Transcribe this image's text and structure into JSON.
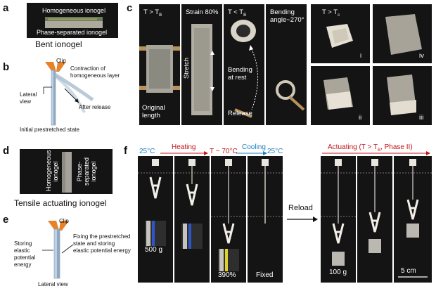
{
  "panels": {
    "a": {
      "letter": "a",
      "top_label": "Homogeneous ionogel",
      "bottom_label": "Phase-separated ionogel",
      "caption": "Bent ionogel"
    },
    "b": {
      "letter": "b",
      "clip": "Clip",
      "contraction": "Contraction of homogeneous layer",
      "lateral": "Lateral view",
      "after_release": "After release",
      "initial": "Initial prestretched state"
    },
    "c": {
      "letter": "c",
      "cond1": "T > T",
      "cond1_sub": "B",
      "strain": "Strain 80%",
      "cond2": "T < T",
      "cond2_sub": "B",
      "bending_angle": "Bending angle~270°",
      "original": "Original length",
      "stretch": "Stretch",
      "bending_rest": "Bending at rest",
      "release": "Release",
      "cond3": "T > T",
      "cond3_sub": "c",
      "i": "i",
      "ii": "ii",
      "iii": "iii",
      "iv": "iv"
    },
    "d": {
      "letter": "d",
      "homogeneous": "Homogeneous ionogel",
      "phase_sep": "Phase-separated ionogel",
      "caption": "Tensile actuating ionogel"
    },
    "e": {
      "letter": "e",
      "clip": "Clip",
      "storing": "Storing elastic potential energy",
      "fixing": "Fixing the prestretched state and storing elastic potential energy",
      "lateral": "Lateral view"
    },
    "f": {
      "letter": "f",
      "t1": "25°C",
      "heating": "Heating",
      "t2": "T ~ 70°C",
      "cooling": "Cooling",
      "t3": "25°C",
      "actuating": "Actuating (T > T",
      "actuating_sub": "B",
      "actuating_tail": ", Phase II)",
      "mass1": "500 g",
      "pct": "390%",
      "fixed": "Fixed",
      "reload": "Reload",
      "mass2": "100 g",
      "scale": "5 cm"
    }
  },
  "colors": {
    "red": "#c0161c",
    "blue": "#1f7fc2",
    "orange": "#e8822a",
    "photo_bg": "#141414"
  }
}
